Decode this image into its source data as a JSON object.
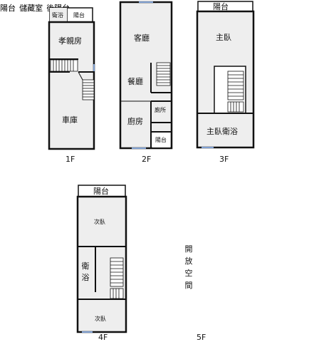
{
  "floors": {
    "f1": {
      "label": "1F",
      "rooms": {
        "bath": "衛浴",
        "balcony": "陽台",
        "elder_room": "孝親房",
        "garage": "車庫"
      }
    },
    "f2": {
      "label": "2F",
      "rooms": {
        "living": "客廳",
        "dining": "餐廳",
        "kitchen": "廚房",
        "toilet": "廁所",
        "balcony": "陽台"
      }
    },
    "f3": {
      "label": "3F",
      "rooms": {
        "balcony": "陽台",
        "master": "主臥",
        "master_bath": "主臥衛浴"
      }
    },
    "f4": {
      "label": "4F",
      "rooms": {
        "balcony": "陽台",
        "second_top": "次臥",
        "bath_1": "衛",
        "bath_2": "浴",
        "second_bottom": "次臥"
      }
    },
    "f5": {
      "label": "5F",
      "rooms": {
        "balcony": "陽台",
        "storage": "儲藏室",
        "open_1": "開",
        "open_2": "放",
        "open_3": "空",
        "open_4": "間",
        "rear_balcony": "後陽台"
      }
    }
  },
  "colors": {
    "wall": "#111111",
    "floor": "#eeeeee",
    "outdoor": "#ffffff",
    "window": "#7f9fd0"
  }
}
